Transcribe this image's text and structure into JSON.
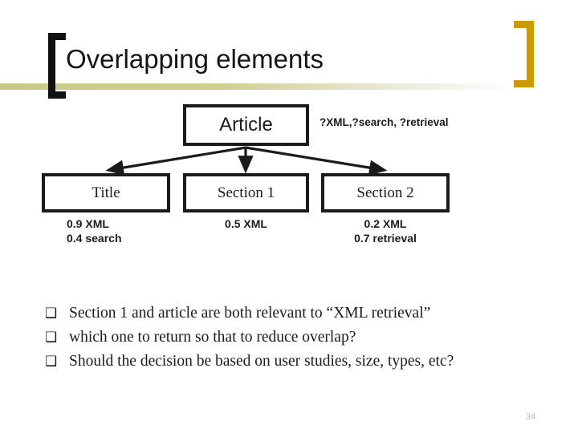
{
  "slide": {
    "title": "Overlapping elements",
    "page_number": "34",
    "accent_color": "#cc9a06",
    "rule_color": "#c9c888",
    "outline_color": "#1b1b1b"
  },
  "diagram": {
    "query_label": "?XML,?search, ?retrieval",
    "root": {
      "label": "Article"
    },
    "children": [
      {
        "label": "Title",
        "weights": [
          "0.9 XML",
          "0.4 search"
        ]
      },
      {
        "label": "Section 1",
        "weights": [
          "0.5 XML"
        ]
      },
      {
        "label": "Section 2",
        "weights": [
          "0.2 XML",
          "0.7 retrieval"
        ]
      }
    ]
  },
  "bullets": {
    "glyph": "❑",
    "items": [
      "Section 1 and article are both relevant to “XML retrieval”",
      "which one to return so that to reduce overlap?",
      "Should the decision be based on user studies, size, types, etc?"
    ]
  }
}
